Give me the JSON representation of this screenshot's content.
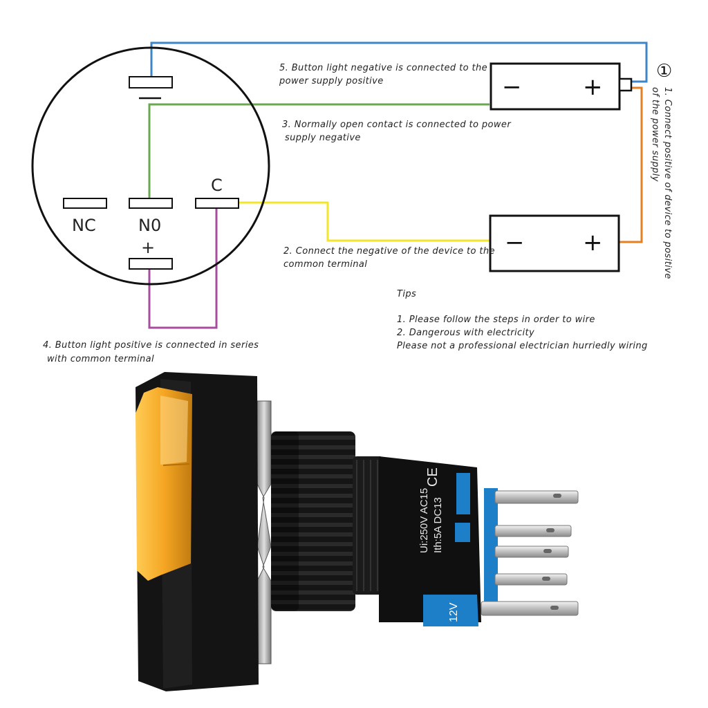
{
  "steps": {
    "step1_line1": "1. Connect  positive of device to positive",
    "step1_line2": "of the power supply",
    "step1_marker": "①",
    "step2_line1": "2. Connect the negative of the device to the",
    "step2_line2": "common terminal",
    "step3_line1": "3. Normally open contact is connected to power",
    "step3_line2": "supply negative",
    "step4_line1": "4. Button light positive is connected in series",
    "step4_line2": "with common terminal",
    "step5_line1": "5. Button light negative is connected to the",
    "step5_line2": "power supply positive"
  },
  "tips": {
    "title": "Tips",
    "line1": "1. Please follow the steps in order to wire",
    "line2": "2. Dangerous with electricity",
    "line3": "Please not a professional electrician hurriedly wiring"
  },
  "terminals": {
    "nc": "NC",
    "no": "N0",
    "c": "C",
    "lamp_plus": "+"
  },
  "power_supply": {
    "minus": "−",
    "plus": "+"
  },
  "device": {
    "minus": "−",
    "plus": "+"
  },
  "product": {
    "ce_mark": "CE",
    "rating_line1": "Ui:250V AC15",
    "rating_line2": "Ith:5A DC13",
    "voltage_tag": "12V"
  },
  "colors": {
    "blue_wire": "#3d85c6",
    "green_wire": "#6aa84f",
    "yellow_wire": "#f1e62a",
    "purple_wire": "#a64d9e",
    "orange_wire": "#e67e22",
    "lens": "#f5a623",
    "body": "#111111",
    "label_blue": "#1e7fc9"
  }
}
